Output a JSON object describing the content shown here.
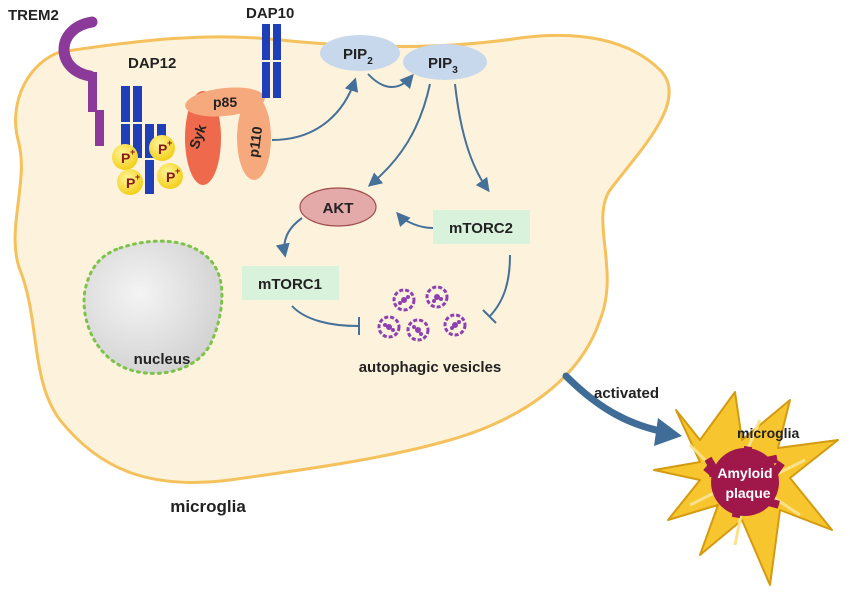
{
  "labels": {
    "trem2": "TREM2",
    "dap12": "DAP12",
    "dap10": "DAP10",
    "pip2_base": "PIP",
    "pip2_sub": "2",
    "pip3_base": "PIP",
    "pip3_sub": "3",
    "p85": "p85",
    "p110": "p110",
    "syk": "Syk",
    "phos": "P",
    "phos_sup": "+",
    "akt": "AKT",
    "mtorc2": "mTORC2",
    "mtorc1": "mTORC1",
    "autophagic_vesicles": "autophagic vesicles",
    "nucleus": "nucleus",
    "microglia_cell": "microglia",
    "activated": "activated",
    "microglia_small": "microglia",
    "amyloid_line1": "Amyloid",
    "amyloid_line2": "plaque"
  },
  "colors": {
    "cell_fill": "#fdf3dc",
    "cell_stroke": "#f5c15c",
    "receptor_purple": "#8b3a9a",
    "dap_blue": "#1e3fb8",
    "phos_yellow": "#f7dc1a",
    "phos_text": "#8a1a1a",
    "syk_red": "#ef6a4d",
    "pi3k_orange": "#f6a97c",
    "pip_blue": "#c7d8ec",
    "akt_pink": "#e4a9a9",
    "mtor_green": "#d8f2dc",
    "arrow_blue": "#44709a",
    "vesicle_purple": "#8e3fb2",
    "nucleus_green": "#7dc24a",
    "plaque_red": "#a0174a",
    "microglia_yellow": "#f7c62e"
  }
}
